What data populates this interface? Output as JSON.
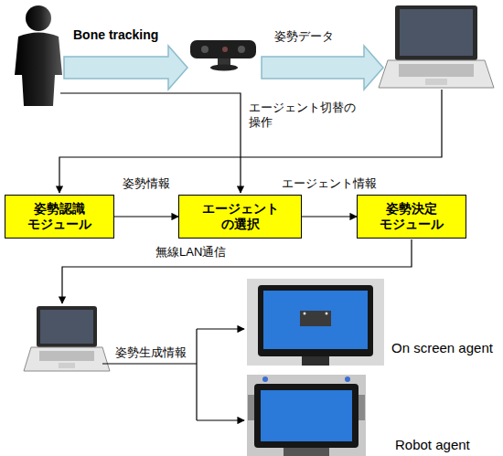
{
  "diagram": {
    "nodes": [
      {
        "text": [
          "姿勢認識 モジュール"
        ]
      },
      {
        "text": [
          "エージェント の選択"
        ]
      },
      {
        "text": [
          "姿勢決定 モジュール"
        ]
      }
    ],
    "edges": [
      {
        "from": 0,
        "to": 1,
        "label": "姿勢情報",
        "arrow": "to"
      },
      {
        "from": 1,
        "to": 2,
        "label": "エージェント情報",
        "arrow": "to"
      }
    ],
    "labels": [
      "Bone tracking",
      "姿勢データ",
      "エージェント切替の 操作",
      "無線LAN通信",
      "姿勢生成情報",
      "On screen agent",
      "Robot agent"
    ]
  }
}
